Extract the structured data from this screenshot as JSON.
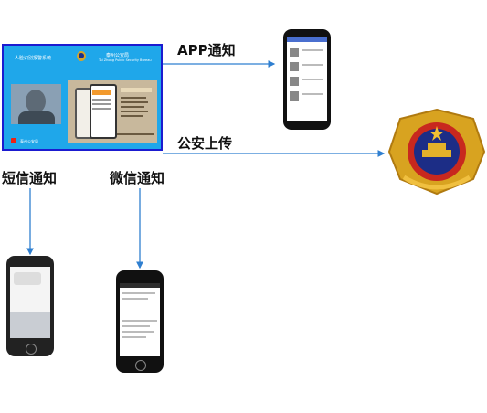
{
  "labels": {
    "app": "APP通知",
    "police": "公安上传",
    "sms": "短信通知",
    "wechat": "微信通知"
  },
  "screen": {
    "banner_left": "人脸识别报警系统",
    "banner_right_cn": "泰州公安局",
    "banner_right_en": "Tai Zhong Public Security Bureau",
    "face_caption": "泰州公安局"
  },
  "colors": {
    "screen_bg": "#1fa7ea",
    "screen_border": "#1b1bd0",
    "arrow": "#2f7fd0"
  }
}
